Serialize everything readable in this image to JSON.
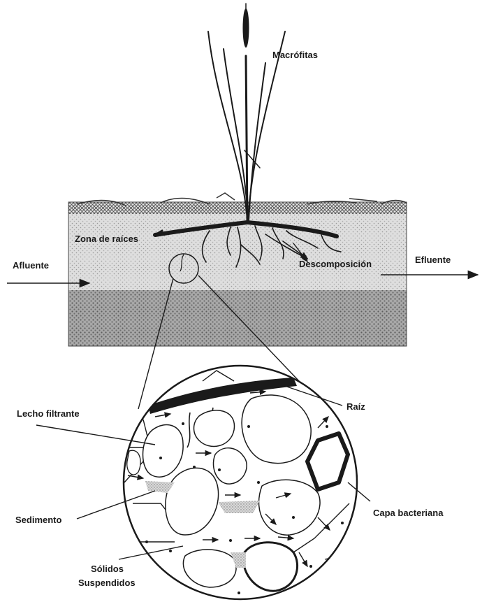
{
  "labels": {
    "macrophytes": "Macrófitas",
    "root_zone": "Zona de raíces",
    "influent": "Afluente",
    "decomposition": "Descomposición",
    "effluent": "Efluente",
    "filter_bed": "Lecho filtrante",
    "root": "Raíz",
    "sediment": "Sedimento",
    "bacterial_layer": "Capa bacteriana",
    "suspended_solids_line1": "Sólidos",
    "suspended_solids_line2": "Suspendidos"
  },
  "colors": {
    "ink": "#1a1a1a",
    "upper_gravel": "#d6d6d6",
    "lower_gravel": "#9a9a9a",
    "surface_band": "#7c7c7c",
    "sediment": "#c4c4c4",
    "background": "#ffffff"
  }
}
